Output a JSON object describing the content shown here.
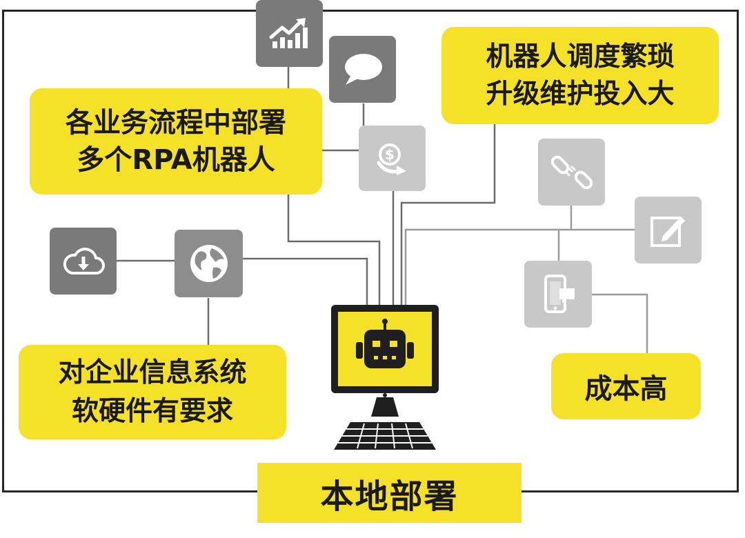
{
  "title": "本地部署",
  "callouts": {
    "top_left": [
      "各业务流程中部署",
      "多个RPA机器人"
    ],
    "top_right": [
      "机器人调度繁琐",
      "升级维护投入大"
    ],
    "bottom_left": [
      "对企业信息系统",
      "软硬件有要求"
    ],
    "bottom_right": [
      "成本高"
    ]
  },
  "icons": [
    "growth-chart-icon",
    "speech-bubble-icon",
    "money-cycle-icon",
    "cloud-download-icon",
    "globe-icon",
    "broken-link-icon",
    "edit-note-icon",
    "mobile-message-icon",
    "robot-computer-icon"
  ],
  "colors": {
    "accent_yellow": "#f5e127",
    "tile_dark": "#7a7a7a",
    "tile_light": "#c8c8c8",
    "frame": "#262626"
  }
}
